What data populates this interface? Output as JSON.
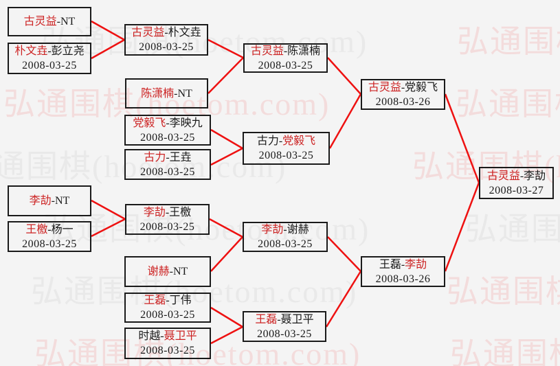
{
  "colors": {
    "background": "#f4f4f4",
    "winner_red": "#cc2222",
    "line_red": "#ee1111",
    "border_black": "#1a1a1a",
    "watermark_gray": "#e9e9e9",
    "watermark_pink": "#f3dcdc"
  },
  "watermark": {
    "text": "弘通围棋(hoetom.com)"
  },
  "matches": {
    "m1": {
      "pre": "",
      "winner": "古灵益",
      "post": "-NT",
      "date": ""
    },
    "m2": {
      "pre": "",
      "winner": "朴文垚",
      "post": "-彭立尧",
      "date": "2008-03-25"
    },
    "m3": {
      "pre": "",
      "winner": "古灵益",
      "post": "-朴文垚",
      "date": "2008-03-25"
    },
    "m4": {
      "pre": "",
      "winner": "陈潇楠",
      "post": "-NT",
      "date": ""
    },
    "m5": {
      "pre": "",
      "winner": "党毅飞",
      "post": "-李映九",
      "date": "2008-03-25"
    },
    "m6": {
      "pre": "",
      "winner": "古力",
      "post": "-王垚",
      "date": "2008-03-25"
    },
    "m7": {
      "pre": "",
      "winner": "古灵益",
      "post": "-陈潇楠",
      "date": "2008-03-25"
    },
    "m8": {
      "pre": "古力-",
      "winner": "党毅飞",
      "post": "",
      "date": "2008-03-25"
    },
    "m9": {
      "pre": "",
      "winner": "古灵益",
      "post": "-党毅飞",
      "date": "2008-03-26"
    },
    "m10": {
      "pre": "",
      "winner": "古灵益",
      "post": "-李劼",
      "date": "2008-03-27"
    },
    "m11": {
      "pre": "",
      "winner": "李劼",
      "post": "-NT",
      "date": ""
    },
    "m12": {
      "pre": "",
      "winner": "王檄",
      "post": "-杨一",
      "date": "2008-03-25"
    },
    "m13": {
      "pre": "",
      "winner": "李劼",
      "post": "-王檄",
      "date": "2008-03-25"
    },
    "m14": {
      "pre": "",
      "winner": "谢赫",
      "post": "-NT",
      "date": ""
    },
    "m15": {
      "pre": "",
      "winner": "李劼",
      "post": "-谢赫",
      "date": "2008-03-25"
    },
    "m16": {
      "pre": "",
      "winner": "王磊",
      "post": "-丁伟",
      "date": "2008-03-25"
    },
    "m17": {
      "pre": "时越-",
      "winner": "聂卫平",
      "post": "",
      "date": "2008-03-25"
    },
    "m18": {
      "pre": "",
      "winner": "王磊",
      "post": "-聂卫平",
      "date": "2008-03-25"
    },
    "m19": {
      "pre": "王磊-",
      "winner": "李劼",
      "post": "",
      "date": "2008-03-26"
    }
  }
}
